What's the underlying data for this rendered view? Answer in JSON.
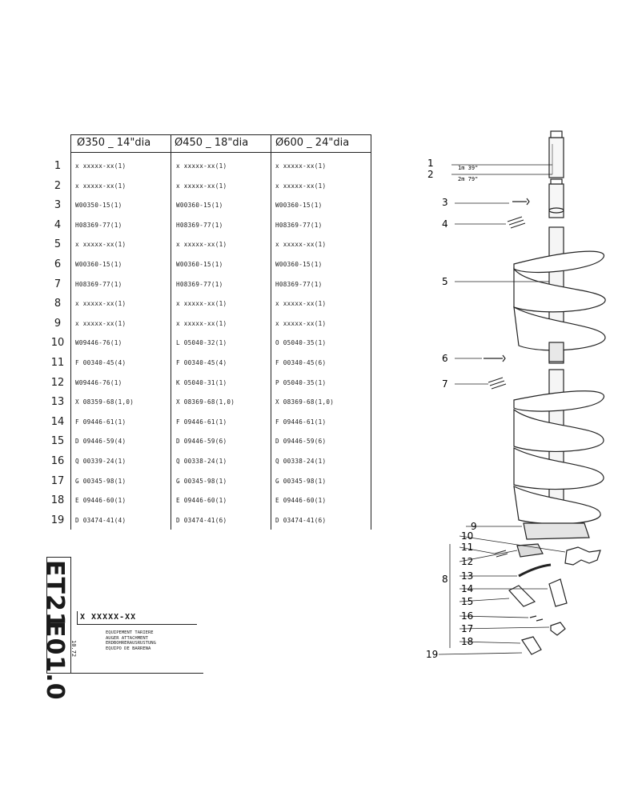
{
  "parts_table": {
    "headers": [
      "Ø350 _ 14\"dia",
      "Ø450 _ 18\"dia",
      "Ø600 _ 24\"dia"
    ],
    "rows": [
      {
        "n": "1",
        "c1": "x xxxxx-xx(1)",
        "c2": "x xxxxx-xx(1)",
        "c3": "x xxxxx-xx(1)"
      },
      {
        "n": "2",
        "c1": "x xxxxx-xx(1)",
        "c2": "x xxxxx-xx(1)",
        "c3": "x xxxxx-xx(1)"
      },
      {
        "n": "3",
        "c1": "W00350-15(1)",
        "c2": "W00360-15(1)",
        "c3": "W00360-15(1)"
      },
      {
        "n": "4",
        "c1": "H08369-77(1)",
        "c2": "H08369-77(1)",
        "c3": "H08369-77(1)"
      },
      {
        "n": "5",
        "c1": "x xxxxx-xx(1)",
        "c2": "x xxxxx-xx(1)",
        "c3": "x xxxxx-xx(1)"
      },
      {
        "n": "6",
        "c1": "W00360-15(1)",
        "c2": "W00360-15(1)",
        "c3": "W00360-15(1)"
      },
      {
        "n": "7",
        "c1": "H08369-77(1)",
        "c2": "H08369-77(1)",
        "c3": "H08369-77(1)"
      },
      {
        "n": "8",
        "c1": "x xxxxx-xx(1)",
        "c2": "x xxxxx-xx(1)",
        "c3": "x xxxxx-xx(1)"
      },
      {
        "n": "9",
        "c1": "x xxxxx-xx(1)",
        "c2": "x xxxxx-xx(1)",
        "c3": "x xxxxx-xx(1)"
      },
      {
        "n": "10",
        "c1": "W09446-76(1)",
        "c2": "L 05040-32(1)",
        "c3": "O 05040-35(1)"
      },
      {
        "n": "11",
        "c1": "F 00340-45(4)",
        "c2": "F 00340-45(4)",
        "c3": "F 00340-45(6)"
      },
      {
        "n": "12",
        "c1": "W09446-76(1)",
        "c2": "K 05040-31(1)",
        "c3": "P 05040-35(1)"
      },
      {
        "n": "13",
        "c1": "X 08359-68(1,0)",
        "c2": "X 08369-68(1,0)",
        "c3": "X 08369-68(1,0)"
      },
      {
        "n": "14",
        "c1": "F 09446-61(1)",
        "c2": "F 09446-61(1)",
        "c3": "F 09446-61(1)"
      },
      {
        "n": "15",
        "c1": "D 09446-59(4)",
        "c2": "D 09446-59(6)",
        "c3": "D 09446-59(6)"
      },
      {
        "n": "16",
        "c1": "Q 00339-24(1)",
        "c2": "Q 00338-24(1)",
        "c3": "Q 00338-24(1)"
      },
      {
        "n": "17",
        "c1": "G 00345-98(1)",
        "c2": "G 00345-98(1)",
        "c3": "G 00345-98(1)"
      },
      {
        "n": "18",
        "c1": "E 09446-60(1)",
        "c2": "E 09446-60(1)",
        "c3": "E 09446-60(1)"
      },
      {
        "n": "19",
        "c1": "D 03474-41(4)",
        "c2": "D 03474-41(6)",
        "c3": "D 03474-41(6)"
      }
    ]
  },
  "title_block": {
    "code_top": "ET21",
    "code_bottom": "E01.0",
    "date": "10.72",
    "reference": "X XXXXX-XX",
    "descriptions": [
      "EQUIPEMENT TARIERE",
      "AUGER ATTACHMENT",
      "ERDBOHRERAUSRUSTUNG",
      "EQUIPO DE BARRENA"
    ]
  },
  "diagram": {
    "length_labels": [
      "1m 39\"",
      "2m 79\""
    ],
    "callouts": [
      "1",
      "2",
      "3",
      "4",
      "5",
      "6",
      "7",
      "8",
      "9",
      "10",
      "11",
      "12",
      "13",
      "14",
      "15",
      "16",
      "17",
      "18",
      "19"
    ]
  }
}
